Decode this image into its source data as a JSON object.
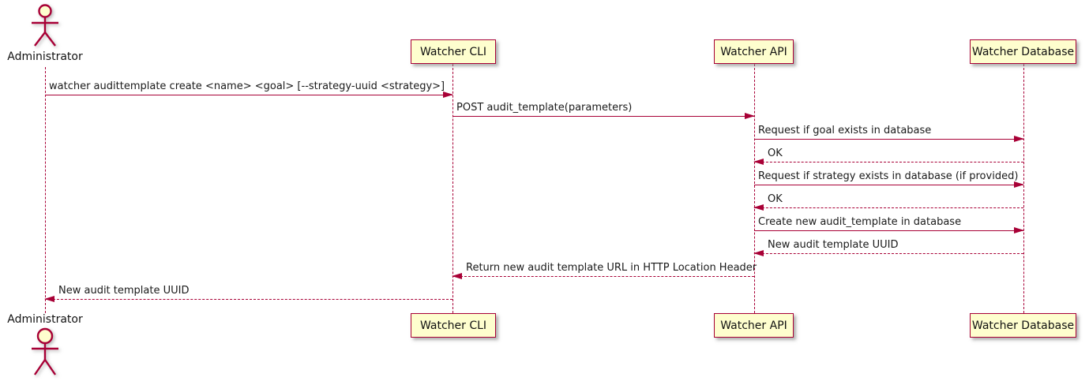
{
  "actor": {
    "name": "Administrator"
  },
  "participants": [
    {
      "label": "Watcher CLI"
    },
    {
      "label": "Watcher API"
    },
    {
      "label": "Watcher Database"
    }
  ],
  "messages": [
    {
      "from": "Administrator",
      "to": "Watcher CLI",
      "style": "solid",
      "label": "watcher audittemplate create <name> <goal> [--strategy-uuid <strategy>]"
    },
    {
      "from": "Watcher CLI",
      "to": "Watcher API",
      "style": "solid",
      "label": "POST audit_template(parameters)"
    },
    {
      "from": "Watcher API",
      "to": "Watcher Database",
      "style": "solid",
      "label": "Request if goal exists in database"
    },
    {
      "from": "Watcher Database",
      "to": "Watcher API",
      "style": "dashed",
      "label": "OK"
    },
    {
      "from": "Watcher API",
      "to": "Watcher Database",
      "style": "solid",
      "label": "Request if strategy exists in database (if provided)"
    },
    {
      "from": "Watcher Database",
      "to": "Watcher API",
      "style": "dashed",
      "label": "OK"
    },
    {
      "from": "Watcher API",
      "to": "Watcher Database",
      "style": "solid",
      "label": "Create new audit_template in database"
    },
    {
      "from": "Watcher Database",
      "to": "Watcher API",
      "style": "dashed",
      "label": "New audit template UUID"
    },
    {
      "from": "Watcher API",
      "to": "Watcher CLI",
      "style": "dashed",
      "label": "Return new audit template URL in HTTP Location Header"
    },
    {
      "from": "Watcher CLI",
      "to": "Administrator",
      "style": "dashed",
      "label": "New audit template UUID"
    }
  ],
  "colors": {
    "arrow": "#A80036",
    "participant_fill": "#FEFECE",
    "participant_border": "#A80036",
    "text": "#1A1A1A",
    "background": "#FFFFFF"
  }
}
